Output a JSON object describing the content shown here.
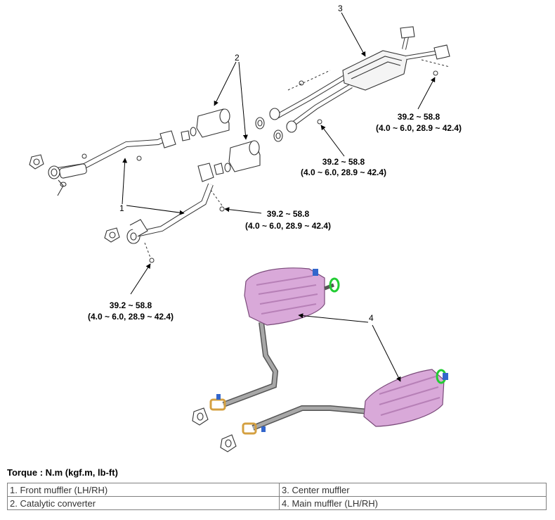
{
  "callouts": {
    "n1": "1",
    "n2": "2",
    "n3": "3",
    "n4": "4",
    "torque_nm": "39.2 ~ 58.8",
    "torque_alt": "(4.0 ~ 6.0, 28.9 ~ 42.4)"
  },
  "torque_title": "Torque : N.m (kgf.m, lb-ft)",
  "legend": {
    "item1": "1. Front muffler (LH/RH)",
    "item2": "2. Catalytic converter",
    "item3": "3. Center muffler",
    "item4": "4. Main muffler (LH/RH)"
  },
  "colors": {
    "muffler_fill": "#d9a9d9",
    "pipe_gray": "#8c8c8c",
    "flange_orange": "#d4a040",
    "hanger_green": "#22cc33",
    "hanger_blue": "#3366cc"
  }
}
